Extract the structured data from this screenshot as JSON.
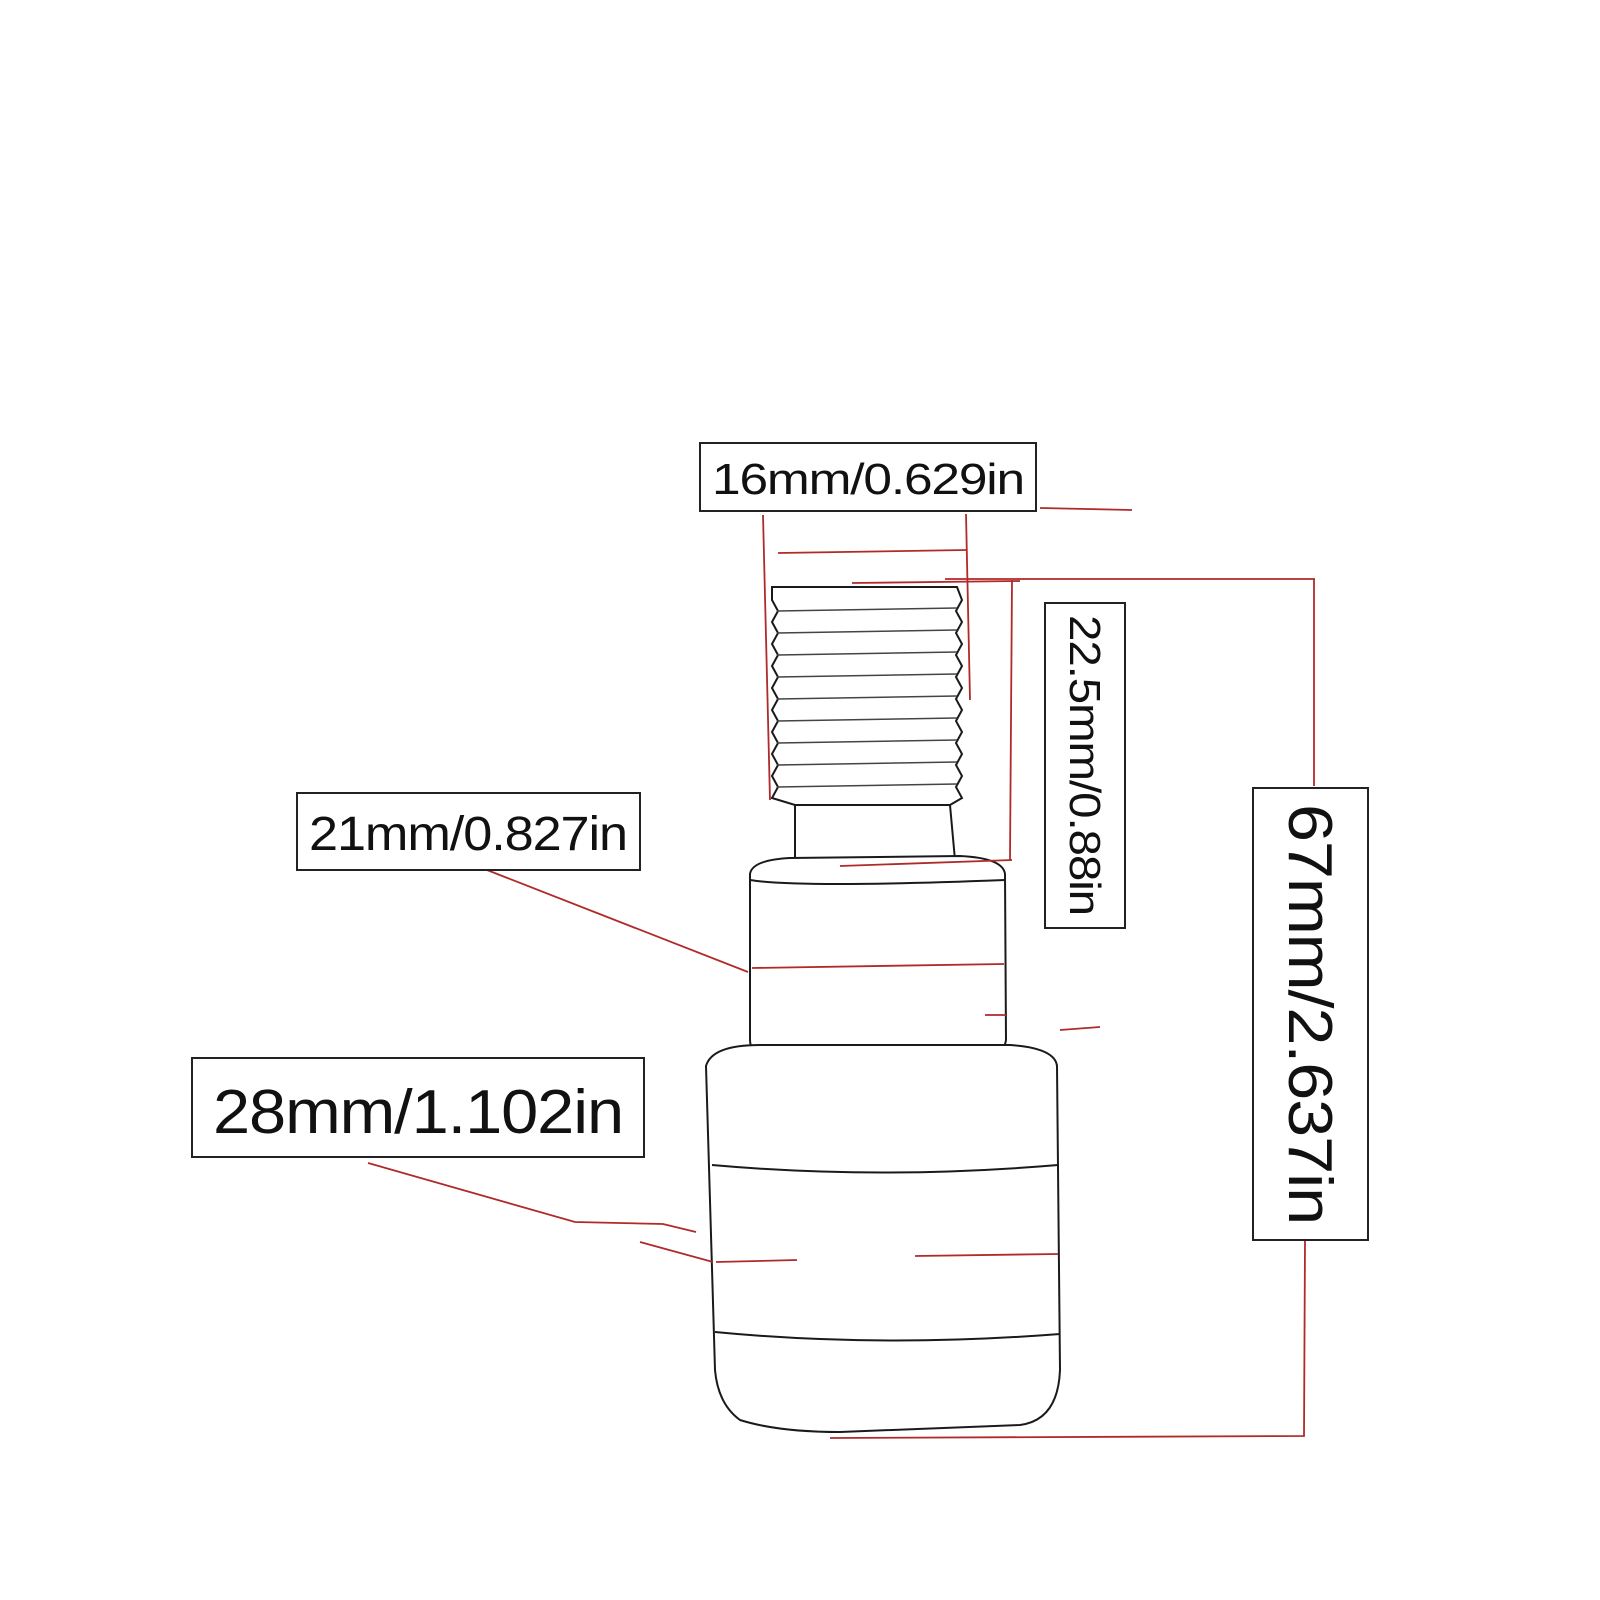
{
  "colors": {
    "leader": "#b02a2a",
    "outline": "#1a1a1a",
    "background": "#ffffff"
  },
  "labels": {
    "thread_diameter": "16mm/0.629in",
    "thread_length": "22.5mm/0.88in",
    "middle_diameter": "21mm/0.827in",
    "base_diameter": "28mm/1.102in",
    "total_length": "67mm/2.637in"
  }
}
